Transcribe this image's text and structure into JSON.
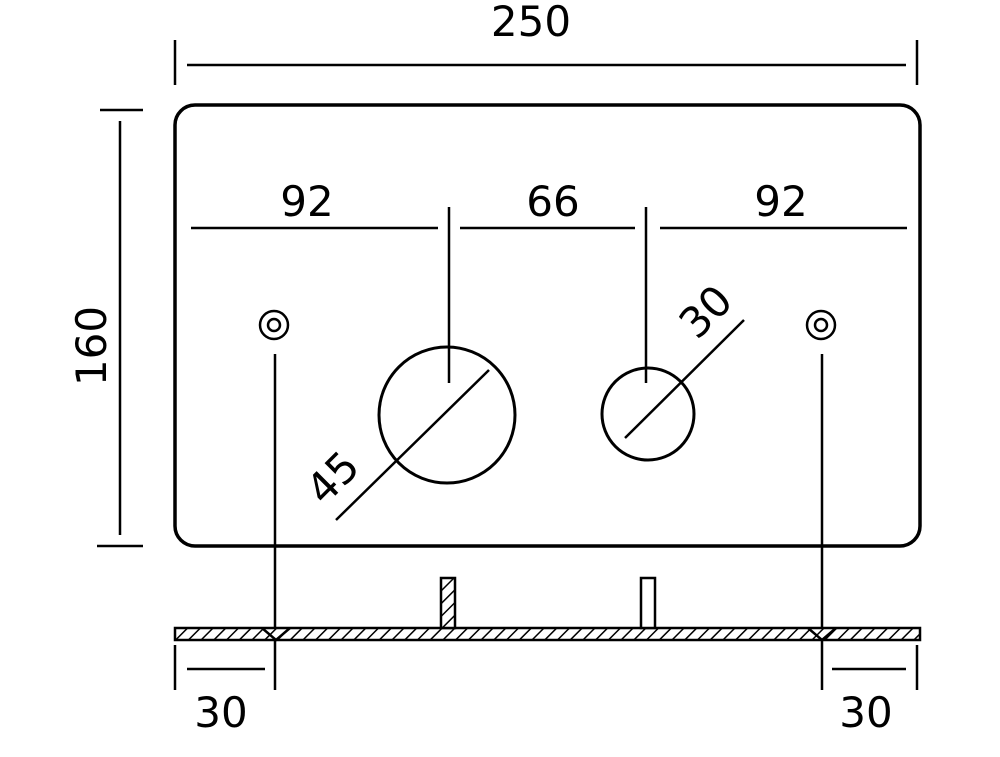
{
  "dimensions": {
    "overall_width": "250",
    "overall_height": "160",
    "left_spacing": "92",
    "center_spacing": "66",
    "right_spacing": "92",
    "large_hole_diameter": "45",
    "small_hole_diameter": "30",
    "left_screw_offset": "30",
    "right_screw_offset": "30"
  },
  "colors": {
    "line": "#000000",
    "background": "#ffffff"
  }
}
